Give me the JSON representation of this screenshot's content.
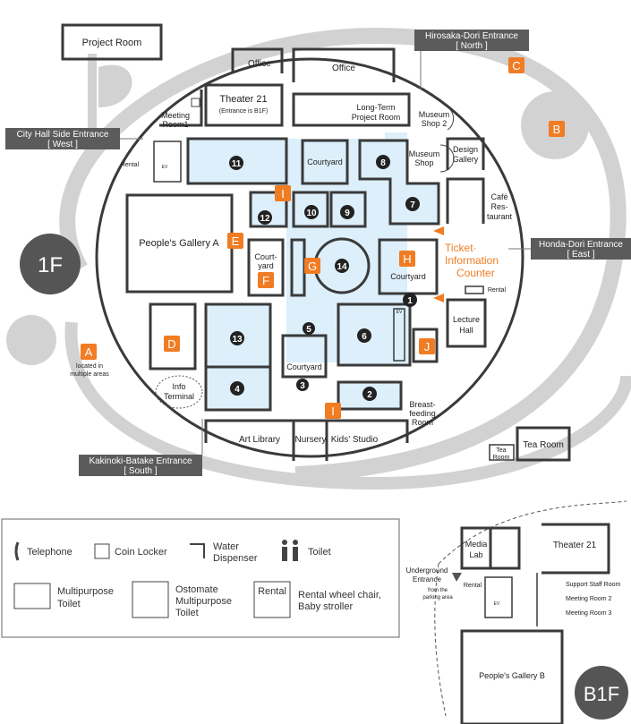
{
  "floors": {
    "f1": "1F",
    "b1": "B1F"
  },
  "entrances": {
    "north": {
      "name": "Hirosaka-Dori Entrance",
      "sub": "[ North ]"
    },
    "west": {
      "name": "City Hall Side Entrance",
      "sub": "[ West ]"
    },
    "east": {
      "name": "Honda-Dori Entrance",
      "sub": "[ East ]"
    },
    "south": {
      "name": "Kakinoki-Batake Entrance",
      "sub": "[ South ]"
    },
    "underground": {
      "line1": "Underground",
      "line2": "Entrance",
      "note1": "from the",
      "note2": "parking area"
    }
  },
  "rooms": {
    "project_room": "Project Room",
    "office1": "Office",
    "office2": "Office",
    "theater21": "Theater 21",
    "theater21_note": "(Entrance is B1F)",
    "long_term1": "Long-Term",
    "long_term2": "Project Room",
    "meeting1a": "Meeting",
    "meeting1b": "Room1",
    "museum_shop2a": "Museum",
    "museum_shop2b": "Shop 2",
    "museum_shop_a": "Museum",
    "museum_shop_b": "Shop",
    "design_gallery_a": "Design",
    "design_gallery_b": "Gallery",
    "cafe1": "Café",
    "cafe2": "Res-",
    "cafe3": "taurant",
    "courtyard_top": "Courtyard",
    "courtyard_f1": "Court-",
    "courtyard_f2": "yard",
    "courtyard_h": "Courtyard",
    "courtyard_5": "Courtyard",
    "peoples_gallery_a": "People's Gallery A",
    "ticket1": "Ticket·",
    "ticket2": "Information",
    "ticket3": "Counter",
    "lecture1": "Lecture",
    "lecture2": "Hall",
    "info1": "Info",
    "info2": "Terminal",
    "art_library": "Art Library",
    "nursery": "Nursery",
    "kids_studio": "Kids' Studio",
    "breast1": "Breast-",
    "breast2": "feeding",
    "breast3": "Room",
    "tea_room": "Tea Room",
    "tea_small1": "Tea",
    "tea_small2": "Room",
    "rental": "Rental",
    "located1": "located in",
    "located2": "multiple areas",
    "media_lab1": "Media",
    "media_lab2": "Lab",
    "b1_theater21": "Theater 21",
    "support_staff": "Support Staff Room",
    "meeting2": "Meeting Room 2",
    "meeting3": "Meeting Room 3",
    "peoples_gallery_b": "People's Gallery B",
    "ev": "EV"
  },
  "zones": {
    "A": "A",
    "B": "B",
    "C": "C",
    "D": "D",
    "E": "E",
    "F": "F",
    "G": "G",
    "H": "H",
    "I": "I",
    "J": "J"
  },
  "gallery_numbers": {
    "n1": "1",
    "n2": "2",
    "n3": "3",
    "n4": "4",
    "n5": "5",
    "n6": "6",
    "n7": "7",
    "n8": "8",
    "n9": "9",
    "n10": "10",
    "n11": "11",
    "n12": "12",
    "n13": "13",
    "n14": "14"
  },
  "legend": {
    "telephone": "Telephone",
    "coin_locker": "Coin Locker",
    "water1": "Water",
    "water2": "Dispenser",
    "toilet": "Toilet",
    "multi1": "Multipurpose",
    "multi2": "Toilet",
    "ost1": "Ostomate",
    "ost2": "Multipurpose",
    "ost3": "Toilet",
    "rental_label": "Rental",
    "rental1": "Rental wheel chair,",
    "rental2": "Baby stroller"
  },
  "colors": {
    "accent": "#f07c23",
    "gallery_fill": "#dceffa",
    "entrance_box": "#5b5b5b",
    "ring": "#d2d2d2"
  }
}
